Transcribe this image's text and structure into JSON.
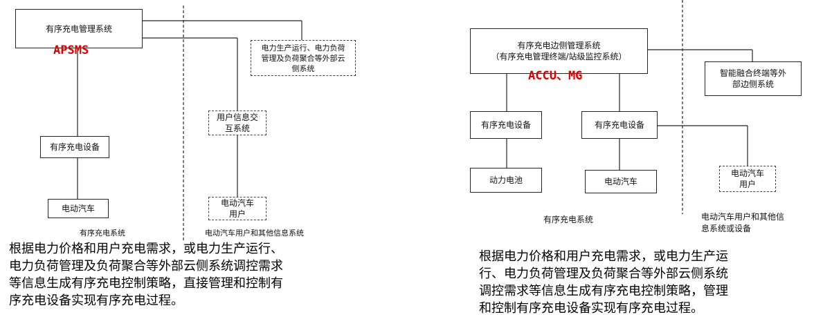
{
  "left": {
    "manager_box": "有序充电管理系统",
    "manager_code": "APSMS",
    "external_box": "电力生产运行、电力负荷\n管理及负荷聚合等外部云\n侧系统",
    "interaction_box": "用户信息交\n互系统",
    "charger_box": "有序充电设备",
    "ev_box": "电动汽车",
    "ev_user_box": "电动汽车\n用户",
    "section_left": "有序充电系统",
    "section_right": "电动汽车用户和其他信息系统",
    "description": "根据电力价格和用户充电需求，或电力生产运行、\n电力负荷管理及负荷聚合等外部云侧系统调控需求\n等信息生成有序充电控制策略，直接管理和控制有\n序充电设备实现有序充电过程。"
  },
  "right": {
    "edge_manager_box": "有序充电边侧管理系统\n（有序充电管理终端/站级监控系统）",
    "edge_code": "ACCU、MG",
    "fusion_box": "智能融合终端等外\n部边侧系统",
    "charger1_box": "有序充电设备",
    "charger2_box": "有序充电设备",
    "battery_box": "动力电池",
    "ev_box": "电动汽车",
    "ev_user_box": "电动汽车\n用户",
    "section_left": "有序充电系统",
    "section_right": "电动汽车用户和其他信\n息系统或设备",
    "description": "根据电力价格和用户充电需求，或电力生产运\n行、电力负荷管理及负荷聚合等外部云侧系统\n调控需求等信息生成有序充电控制策略，管理\n和控制有序充电设备实现有序充电过程。"
  }
}
